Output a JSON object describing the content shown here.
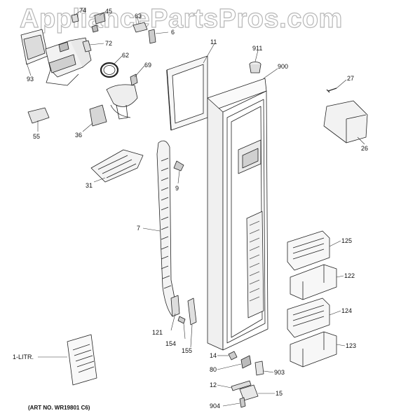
{
  "watermark": "AppliancePartsPros.com",
  "art_number": "(ART NO. WR19801 C6)",
  "parts": {
    "p74": "74",
    "p45": "45",
    "p63": "63",
    "p6": "6",
    "p72": "72",
    "p62": "62",
    "p93": "93",
    "p69": "69",
    "p55": "55",
    "p36": "36",
    "p11": "11",
    "p911": "911",
    "p900": "900",
    "p27": "27",
    "p26": "26",
    "p31": "31",
    "p9": "9",
    "p7": "7",
    "p125": "125",
    "p122": "122",
    "p124": "124",
    "p123": "123",
    "p121": "121",
    "p154": "154",
    "p155": "155",
    "p14": "14",
    "p80": "80",
    "p903": "903",
    "p12": "12",
    "p15": "15",
    "p904": "904",
    "litr": "1-LITR."
  }
}
